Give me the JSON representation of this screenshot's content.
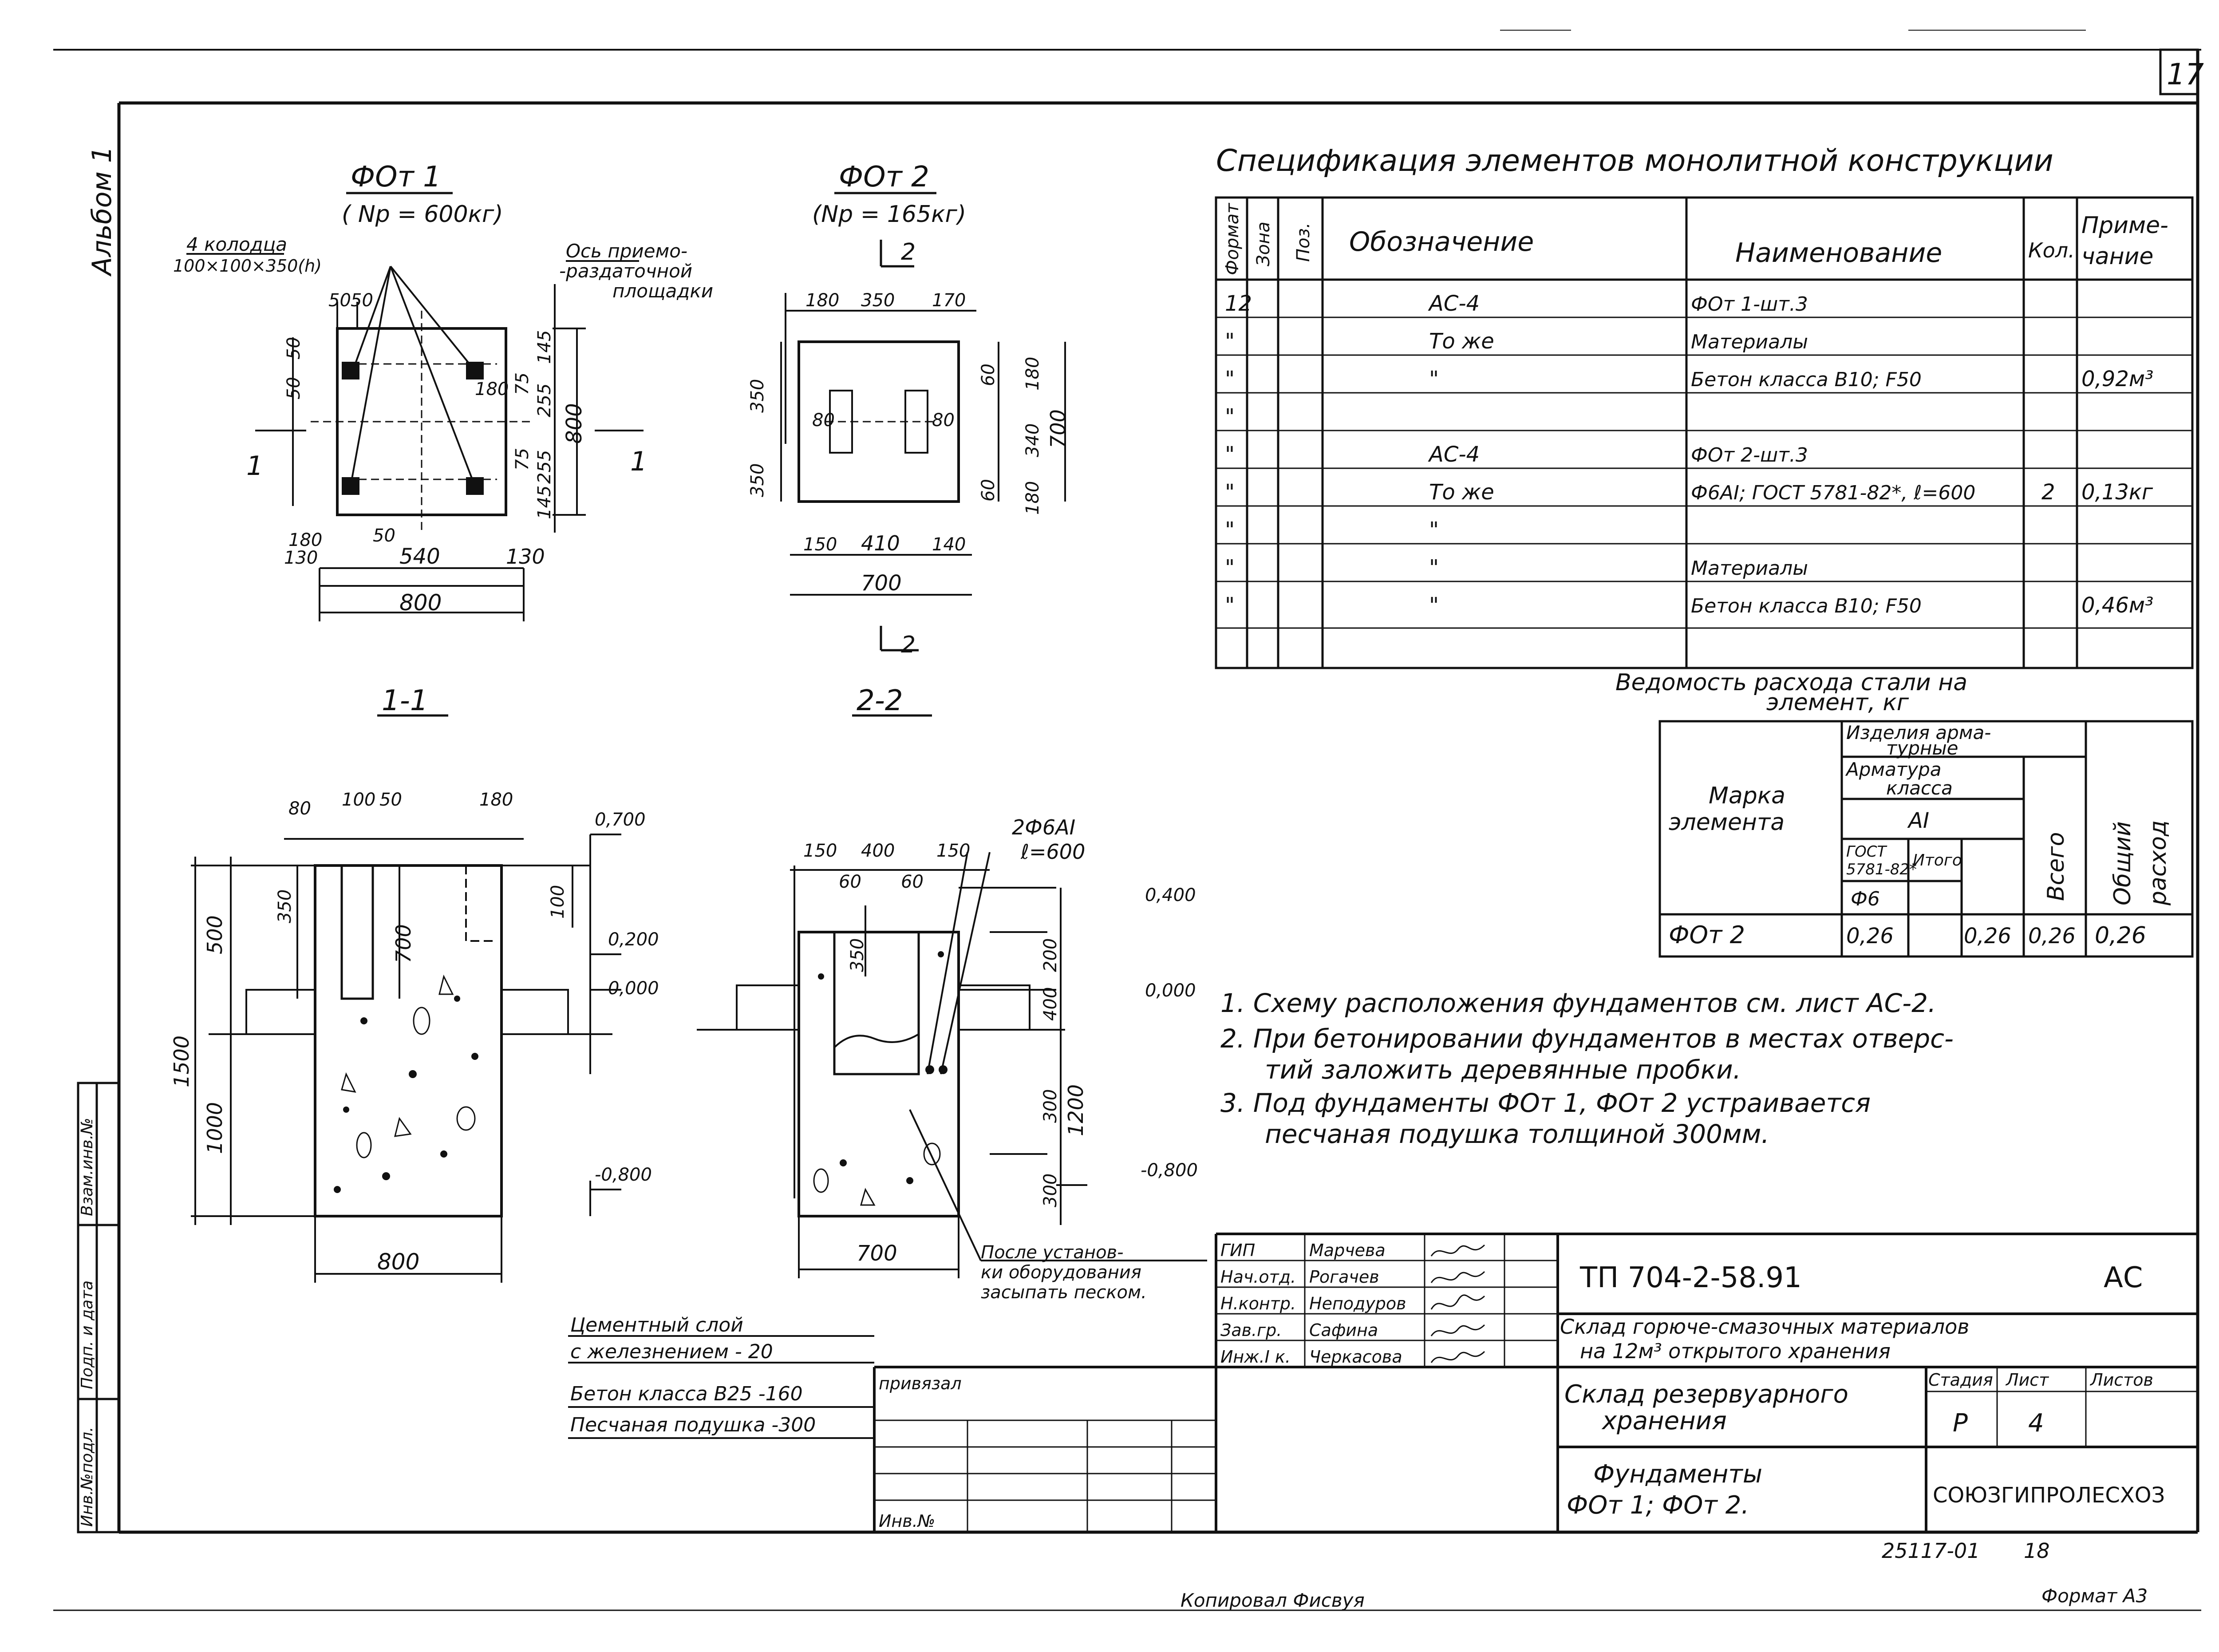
{
  "sheet": {
    "page_number": "17",
    "album": "Альбом 1",
    "copied_by": "Копировал Фисвуя",
    "format": "Формат А3",
    "archive_no": "25117-01",
    "archive_page": "18"
  },
  "side_stamp": {
    "labels": [
      "Инв.№подл.",
      "Подп. и дата",
      "Взам.инв.№"
    ]
  },
  "views": {
    "fom1": {
      "title": "ФОт 1",
      "load": "( Np = 600кг)"
    },
    "fom2": {
      "title": "ФОт 2",
      "load": "(Np = 165кг)"
    },
    "section1": "1-1",
    "section2": "2-2",
    "marker1": "1",
    "marker2": "2"
  },
  "plan_fom1_notes": {
    "wells_line1": "4 колодца",
    "wells_line2": "100×100×350(h)",
    "axis_line1": "Ось приемо-",
    "axis_line2": "-раздаточной",
    "axis_line3": "площадки"
  },
  "dims_fom1": [
    "50",
    "50",
    "50",
    "50",
    "145",
    "75",
    "255",
    "800",
    "180",
    "75",
    "255",
    "145",
    "180",
    "130",
    "50",
    "540",
    "130",
    "800"
  ],
  "dims_fom2": [
    "180",
    "350",
    "170",
    "350",
    "350",
    "60",
    "180",
    "80",
    "80",
    "340",
    "700",
    "60",
    "180",
    "150",
    "410",
    "140",
    "700"
  ],
  "dims_section1": [
    "80",
    "100",
    "50",
    "180",
    "0,700",
    "350",
    "500",
    "700",
    "100",
    "0,200",
    "0,000",
    "1500",
    "1000",
    "-0,800",
    "800"
  ],
  "dims_section2": [
    "150",
    "400",
    "150",
    "2Ф6АI",
    "ℓ=600",
    "60",
    "60",
    "0,400",
    "350",
    "200",
    "0,000",
    "400",
    "300",
    "1200",
    "300",
    "-0,800",
    "700"
  ],
  "section2_note": [
    "После установ-",
    "ки оборудования",
    "засыпать песком."
  ],
  "layers": [
    "Цементный слой",
    "с железнением - 20",
    "Бетон класса В25 -160",
    "Песчаная подушка -300"
  ],
  "spec": {
    "title": "Спецификация элементов монолитной конструкции",
    "headers": [
      "Формат",
      "Зона",
      "Поз.",
      "Обозначение",
      "Наименование",
      "Кол.",
      "Приме-\nчание"
    ],
    "header_note_line1": "Приме-",
    "header_note_line2": "чание",
    "rows": [
      [
        "12",
        "",
        "",
        "АС-4",
        "ФОт 1-шт.3",
        "",
        ""
      ],
      [
        "\"",
        "",
        "",
        "То же",
        "Материалы",
        "",
        ""
      ],
      [
        "\"",
        "",
        "",
        "\"",
        "Бетон класса В10; F50",
        "",
        "0,92м³"
      ],
      [
        "\"",
        "",
        "",
        "",
        "",
        "",
        ""
      ],
      [
        "\"",
        "",
        "",
        "АС-4",
        "ФОт 2-шт.3",
        "",
        ""
      ],
      [
        "\"",
        "",
        "",
        "То же",
        "Ф6АI; ГОСТ 5781-82*, ℓ=600",
        "2",
        "0,13кг"
      ],
      [
        "\"",
        "",
        "",
        "\"",
        "",
        "",
        ""
      ],
      [
        "\"",
        "",
        "",
        "\"",
        "Материалы",
        "",
        ""
      ],
      [
        "\"",
        "",
        "",
        "\"",
        "Бетон класса В10; F50",
        "",
        "0,46м³"
      ],
      [
        "",
        "",
        "",
        "",
        "",
        "",
        ""
      ]
    ]
  },
  "steel": {
    "title_line1": "Ведомость расхода стали на",
    "title_line2": "элемент, кг",
    "h_mark": "Марка элемента",
    "h_mark_line1": "Марка",
    "h_mark_line2": "элемента",
    "h_items": "Изделия арматурные",
    "h_items_line1": "Изделия арма-",
    "h_items_line2": "турные",
    "h_rebar": "Арматура класса",
    "h_rebar_line1": "Арматура",
    "h_rebar_line2": "класса",
    "h_class": "АI",
    "h_gost_line1": "ГОСТ",
    "h_gost_line2": "5781-82*",
    "h_total_small": "Итого",
    "h_d": "Ф6",
    "h_all": "Всего",
    "h_common": "Общий расход",
    "h_common_line1": "Общий",
    "h_common_line2": "расход",
    "row": [
      "ФОт 2",
      "0,26",
      "",
      "0,26",
      "0,26",
      "0,26"
    ]
  },
  "notes": [
    "1. Схему расположения фундаментов см. лист АС-2.",
    "2. При бетонировании фундаментов в местах отверс-",
    "тий заложить деревянные пробки.",
    "3. Под фундаменты ФОт 1, ФОт 2 устраивается",
    "песчаная подушка толщиной 300мм."
  ],
  "title_block": {
    "code": "ТП  704-2-58.91",
    "mark": "АС",
    "project_line1": "Склад горюче-смазочных материалов",
    "project_line2": "на 12м³ открытого хранения",
    "object_line1": "Склад резервуарного",
    "object_line2": "хранения",
    "stage_h": "Стадия",
    "sheet_h": "Лист",
    "sheets_h": "Листов",
    "stage": "Р",
    "sheet": "4",
    "drawing_line1": "Фундаменты",
    "drawing_line2": "ФОт 1;  ФОт 2.",
    "org": "СОЮЗГИПРОЛЕСХОЗ",
    "staff": [
      [
        "ГИП",
        "Марчева"
      ],
      [
        "Нач.отд.",
        "Рогачев"
      ],
      [
        "Н.контр.",
        "Неподуров"
      ],
      [
        "Зав.гр.",
        "Сафина"
      ],
      [
        "Инж.I к.",
        "Черкасова"
      ]
    ],
    "privyazal": "привязал",
    "inv": "Инв.№"
  }
}
